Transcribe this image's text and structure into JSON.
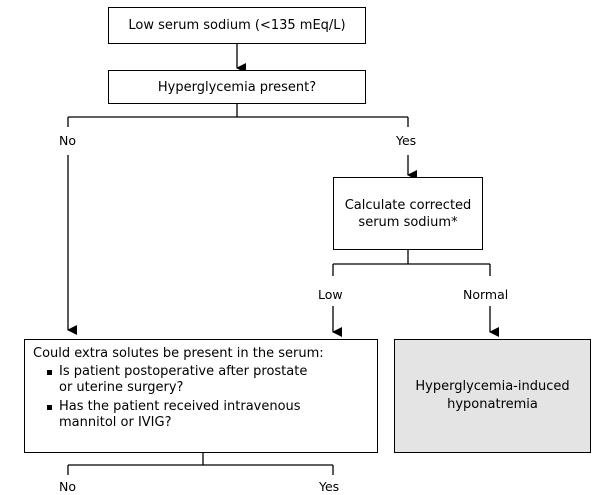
{
  "nodes": {
    "start": "Low serum sodium (<135 mEq/L)",
    "hyperglycemia_q": "Hyperglycemia present?",
    "calc_line1": "Calculate corrected",
    "calc_line2": "serum sodium*",
    "solutes_q": "Could extra solutes be present in the serum:",
    "solutes_b1_l1": "Is patient postoperative after prostate",
    "solutes_b1_l2": "or uterine surgery?",
    "solutes_b2_l1": "Has the patient received intravenous",
    "solutes_b2_l2": "mannitol or IVIG?",
    "result_l1": "Hyperglycemia-induced",
    "result_l2": "hyponatremia"
  },
  "edges": {
    "no_1": "No",
    "yes_1": "Yes",
    "low": "Low",
    "normal": "Normal",
    "no_2": "No",
    "yes_2": "Yes"
  },
  "colors": {
    "result_fill": "#e4e4e4",
    "line": "#000000"
  }
}
